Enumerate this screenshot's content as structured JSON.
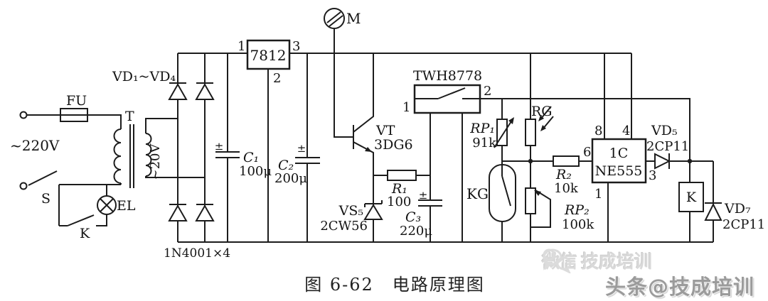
{
  "power": {
    "fuse": "FU",
    "mains": "~220V",
    "transformer": "T",
    "secondary": "~20V",
    "switch": "S",
    "lamp": "EL",
    "contact": "K"
  },
  "bridge": {
    "diodes": "VD₁~VD₄",
    "part": "1N4001×4"
  },
  "regulator": {
    "name": "7812",
    "pin1": "1",
    "pin2": "2",
    "pin3": "3"
  },
  "caps": {
    "pol": "±",
    "c1": "C₁",
    "c1_val": "100μ",
    "c2": "C₂",
    "c2_val": "200μ",
    "c3": "C₃",
    "c3_val": "220μ"
  },
  "motor": {
    "label": "M"
  },
  "driver": {
    "vt": "VT",
    "vt_part": "3DG6",
    "r1": "R₁",
    "r1_val": "100",
    "vs5": "VS₅",
    "vs5_part": "2CW56"
  },
  "switch_ic": {
    "name": "TWH8778",
    "pin1": "1",
    "pin2": "2"
  },
  "sense": {
    "rp1": "RP₁",
    "rp1_val": "91k",
    "rg": "RG",
    "kg": "KG"
  },
  "timer": {
    "r2": "R₂",
    "r2_val": "10k",
    "rp2": "RP₂",
    "rp2_val": "100k",
    "ic": "1C",
    "part": "NE555",
    "pin8": "8",
    "pin4": "4",
    "pin6": "6",
    "pin3": "3",
    "pin1": "1"
  },
  "output": {
    "vd5": "VD₅",
    "vd5_part": "2CP11",
    "relay": "K",
    "vd7": "VD₇",
    "vd7_part": "2CP11"
  },
  "caption": "图 6-62　电路原理图",
  "watermarks": {
    "wechat": "微信",
    "wechat_brand": "技成培训",
    "toutiao": "头条@技成培训"
  }
}
